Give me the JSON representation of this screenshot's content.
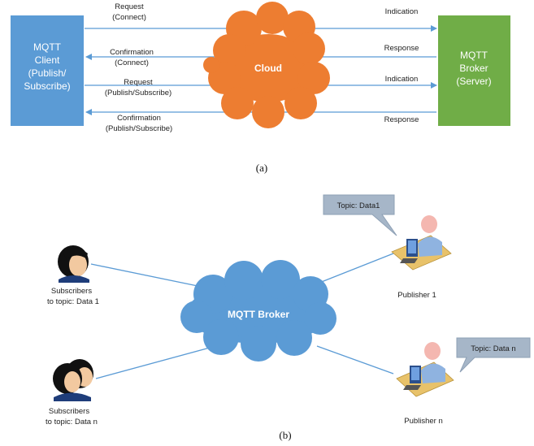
{
  "part_a": {
    "client_box": {
      "lines": [
        "MQTT",
        "Client",
        "(Publish/",
        "Subscribe)"
      ],
      "fill": "#5b9bd5"
    },
    "broker_box": {
      "lines": [
        "MQTT",
        "Broker",
        "(Server)"
      ],
      "fill": "#70ad47"
    },
    "cloud": {
      "label": "Cloud",
      "fill": "#ed7d31"
    },
    "left_labels": [
      [
        "Request",
        "(Connect)"
      ],
      [
        "Confirmation",
        "(Connect)"
      ],
      [
        "Request",
        "(Publish/Subscribe)"
      ],
      [
        "Confirmation",
        "(Publish/Subscribe)"
      ]
    ],
    "right_labels": [
      "Indication",
      "Response",
      "Indication",
      "Response"
    ],
    "caption": "(a)"
  },
  "part_b": {
    "broker_cloud": {
      "label": "MQTT Broker",
      "fill": "#5b9bd5"
    },
    "subscriber_1": [
      "Subscribers",
      "to topic: Data 1"
    ],
    "subscriber_n": [
      "Subscribers",
      "to topic: Data n"
    ],
    "publisher_1": {
      "label": "Publisher 1",
      "topic": "Topic: Data1"
    },
    "publisher_n": {
      "label": "Publisher n",
      "topic": "Topic: Data n"
    },
    "caption": "(b)"
  },
  "colors": {
    "arrow": "#5b9bd5",
    "link": "#5b9bd5",
    "callout": "#a6b6c8"
  }
}
